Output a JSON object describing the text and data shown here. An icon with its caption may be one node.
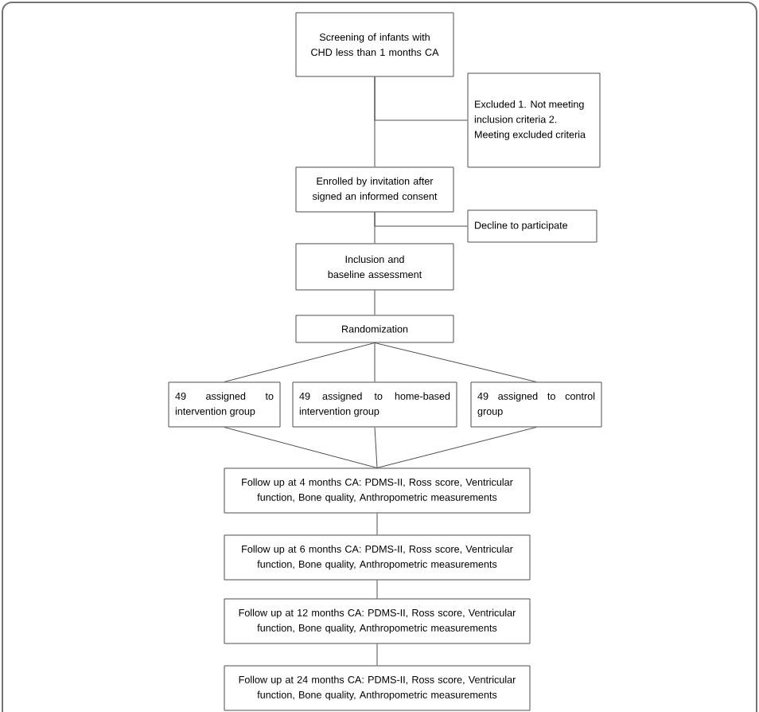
{
  "diagram": {
    "nodes": [
      {
        "text": [
          "Screening of infants with CHD less than 1 months CA"
        ]
      },
      {
        "text": [
          "Excluded 1. Not meeting inclusion criteria 2. Meeting excluded criteria"
        ]
      },
      {
        "text": [
          "Enrolled by invitation after signed an informed consent"
        ]
      },
      {
        "text": [
          "Decline to participate"
        ]
      },
      {
        "text": [
          "Inclusion and baseline assessment"
        ]
      },
      {
        "text": [
          "Randomization"
        ]
      },
      {
        "text": [
          "49 assigned to intervention group"
        ]
      },
      {
        "text": [
          "49 assigned to home-based intervention group"
        ]
      },
      {
        "text": [
          "49 assigned to control group"
        ]
      },
      {
        "text": [
          "Follow up at 4 months CA: PDMS-II, Ross score, Ventricular function, Bone quality, Anthropometric measurements"
        ]
      },
      {
        "text": [
          "Follow up at 6 months CA: PDMS-II, Ross score, Ventricular function, Bone quality, Anthropometric measurements"
        ]
      },
      {
        "text": [
          "Follow up at 12 months CA: PDMS-II, Ross score, Ventricular function, Bone quality, Anthropometric measurements"
        ]
      },
      {
        "text": [
          "Follow up at 24 months CA: PDMS-II, Ross score, Ventricular function, Bone quality, Anthropometric measurements"
        ]
      }
    ],
    "edges": [
      {
        "from": 0,
        "to": 2,
        "arrow": "none"
      },
      {
        "from": 0,
        "to": 1,
        "arrow": "none"
      },
      {
        "from": 2,
        "to": 4,
        "arrow": "none"
      },
      {
        "from": 2,
        "to": 3,
        "arrow": "none"
      },
      {
        "from": 4,
        "to": 5,
        "arrow": "none"
      },
      {
        "from": 5,
        "to": 6,
        "arrow": "none"
      },
      {
        "from": 5,
        "to": 7,
        "arrow": "none"
      },
      {
        "from": 5,
        "to": 8,
        "arrow": "none"
      },
      {
        "from": 6,
        "to": 9,
        "arrow": "none"
      },
      {
        "from": 7,
        "to": 9,
        "arrow": "none"
      },
      {
        "from": 8,
        "to": 9,
        "arrow": "none"
      },
      {
        "from": 9,
        "to": 10,
        "arrow": "none"
      },
      {
        "from": 10,
        "to": 11,
        "arrow": "none"
      },
      {
        "from": 11,
        "to": 12,
        "arrow": "none"
      }
    ]
  }
}
